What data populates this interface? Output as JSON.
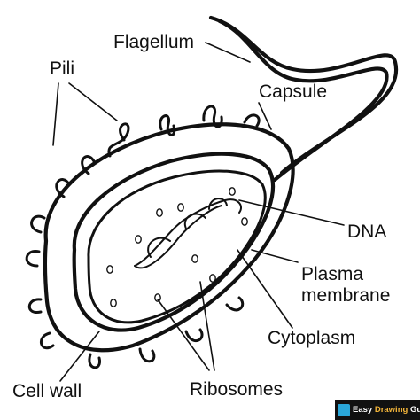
{
  "labels": {
    "flagellum": "Flagellum",
    "pili": "Pili",
    "capsule": "Capsule",
    "dna": "DNA",
    "plasma_membrane_line1": "Plasma",
    "plasma_membrane_line2": "membrane",
    "cytoplasm": "Cytoplasm",
    "cell_wall": "Cell wall",
    "ribosomes": "Ribosomes"
  },
  "watermark": {
    "word1": "Easy",
    "word2": "Drawing",
    "word3": "Guides",
    "accent_color": "#f4b63a",
    "logo_color": "#2aa7d9"
  }
}
